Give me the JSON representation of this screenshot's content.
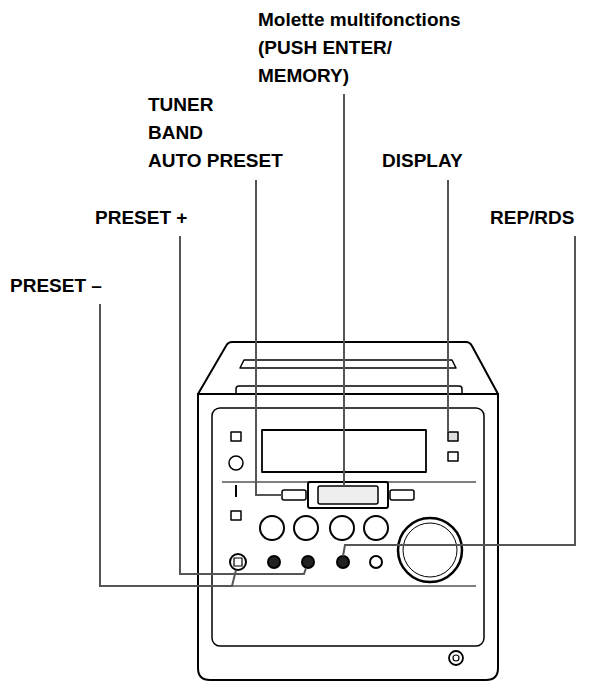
{
  "diagram": {
    "labels": [
      "Molette multifonctions (PUSH ENTER/ MEMORY)",
      "TUNER BAND",
      "AUTO PRESET",
      "DISPLAY",
      "PRESET +",
      "REP/RDS",
      "PRESET –"
    ]
  }
}
